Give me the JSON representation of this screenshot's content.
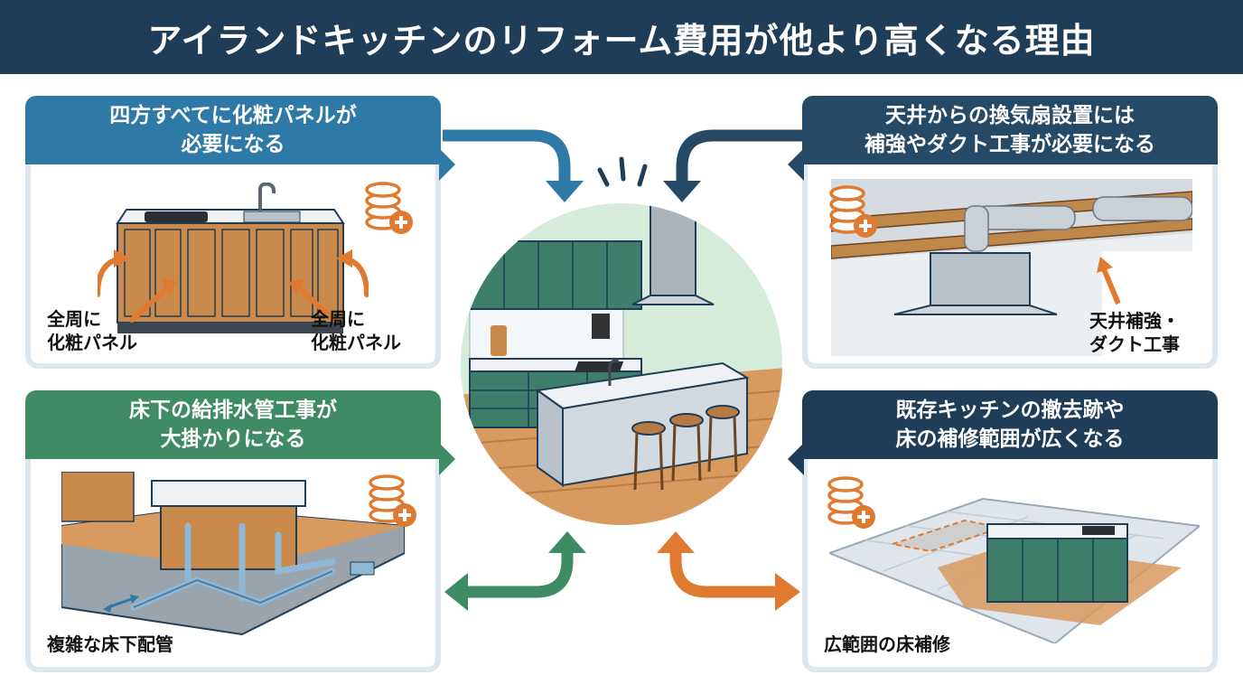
{
  "title": "アイランドキッチンのリフォーム費用が他より高くなる理由",
  "colors": {
    "header": "#1f3d56",
    "blue": "#2e79a5",
    "navy": "#264a66",
    "green": "#3f8b63",
    "orange": "#e07a30",
    "cost_icon": "#e07a30"
  },
  "cards": {
    "top_left": {
      "title": "四方すべてに化粧パネルが\n必要になる",
      "label_left": "全周に\n化粧パネル",
      "label_right": "全周に\n化粧パネル",
      "icon": "cost-increase-icon"
    },
    "top_right": {
      "title": "天井からの換気扇設置には\n補強やダクト工事が必要になる",
      "label": "天井補強・\nダクト工事",
      "icon": "cost-increase-icon"
    },
    "bottom_left": {
      "title": "床下の給排水管工事が\n大掛かりになる",
      "label": "複雑な床下配管",
      "icon": "cost-increase-icon"
    },
    "bottom_right": {
      "title": "既存キッチンの撤去跡や\n床の補修範囲が広くなる",
      "label": "広範囲の床補修",
      "icon": "cost-increase-icon"
    }
  }
}
